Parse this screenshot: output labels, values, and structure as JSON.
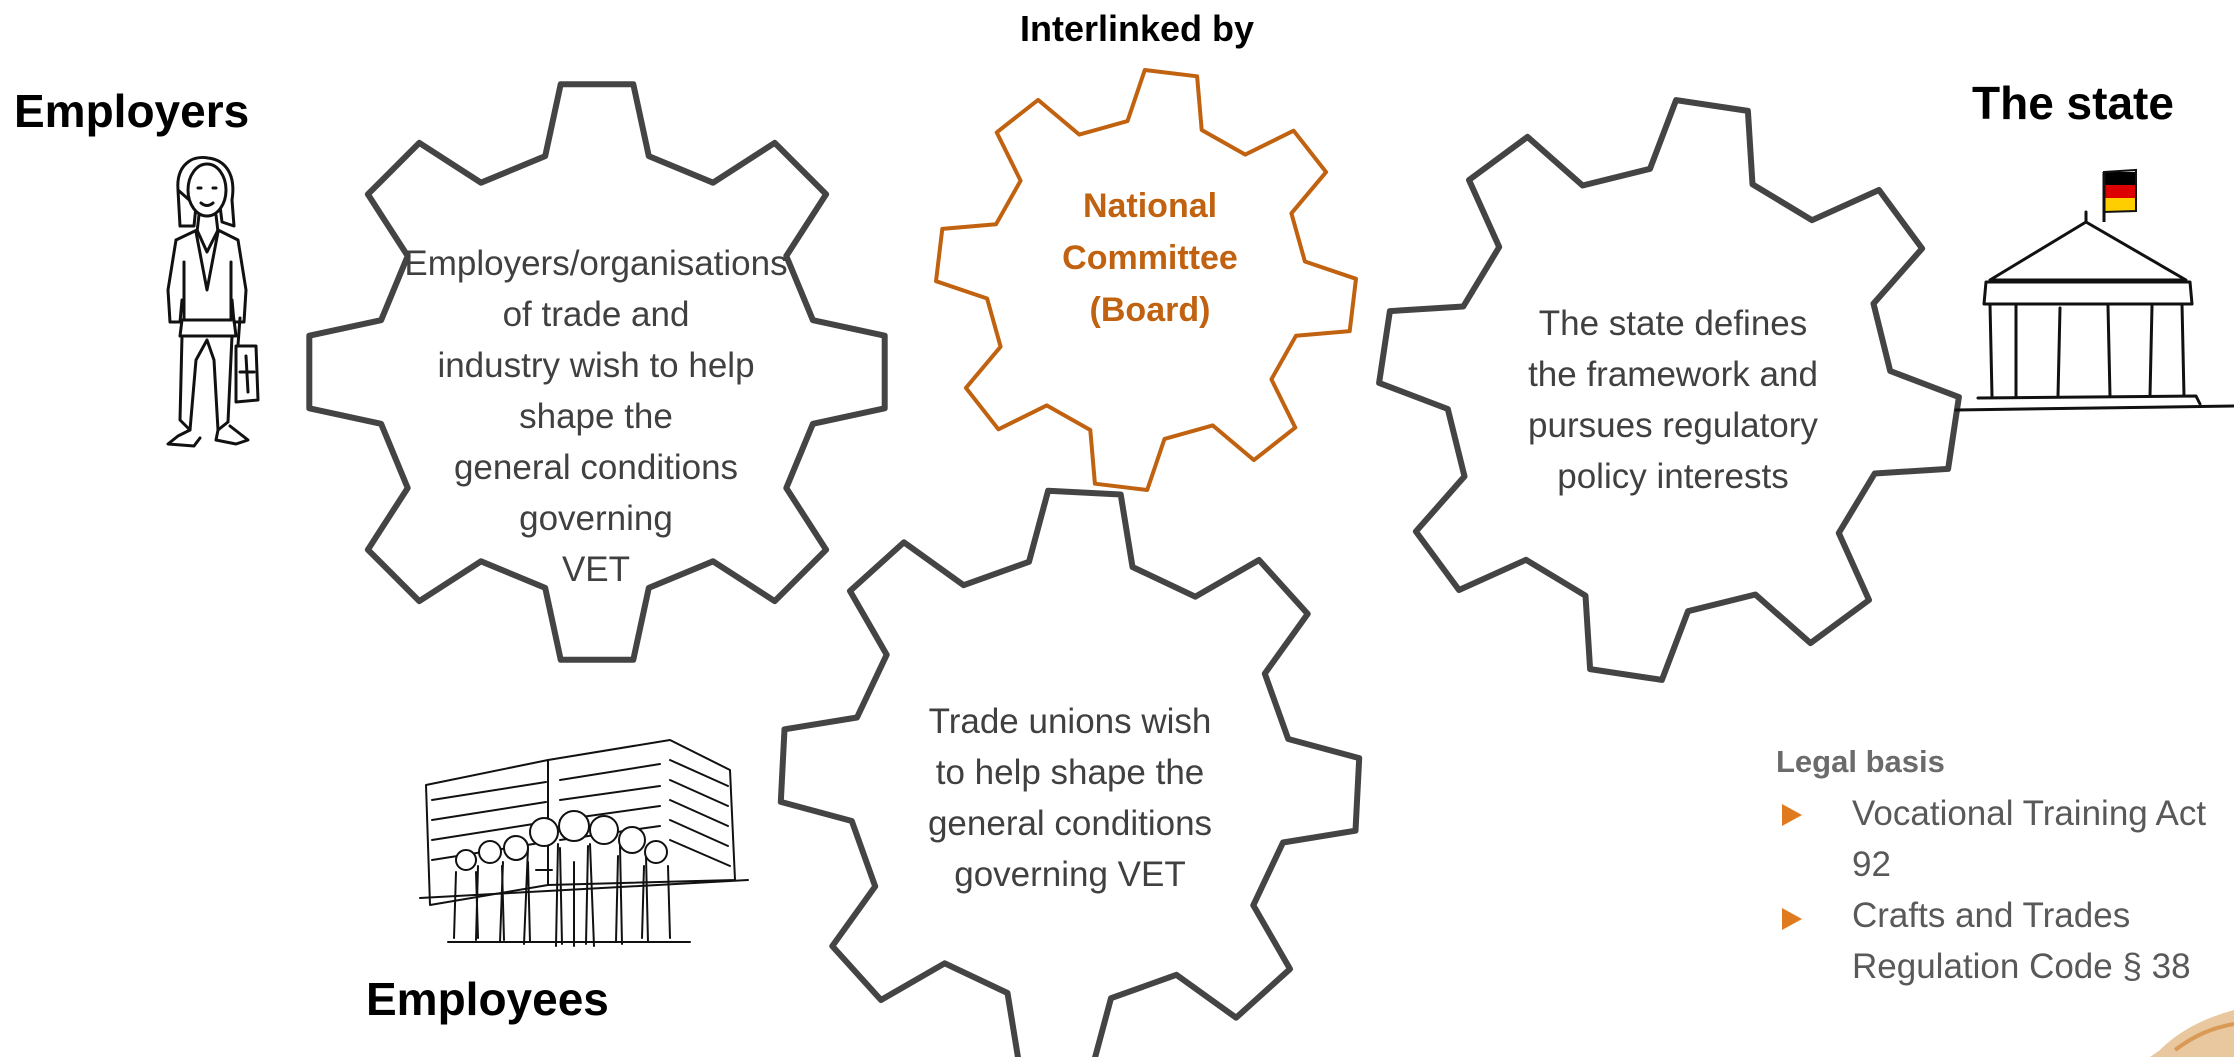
{
  "headings": {
    "interlinked": "Interlinked by",
    "employers": "Employers",
    "state": "The state",
    "employees": "Employees"
  },
  "gears": {
    "employers_text": [
      "Employers/organisations",
      "of trade and",
      "industry wish to help",
      "shape the",
      "general conditions",
      "governing",
      "VET"
    ],
    "committee_text": [
      "National",
      "Committee",
      "(Board)"
    ],
    "state_text": [
      "The state defines",
      "the framework and",
      "pursues regulatory",
      "policy interests"
    ],
    "unions_text": [
      "Trade unions wish",
      "to help shape the",
      "general conditions",
      "governing VET"
    ]
  },
  "legal": {
    "title": "Legal basis",
    "items": [
      {
        "lines": [
          "Vocational Training Act",
          "92"
        ]
      },
      {
        "lines": [
          "Crafts and Trades",
          "Regulation Code § 38"
        ]
      }
    ]
  },
  "colors": {
    "gear_outline": "#444444",
    "committee_accent": "#c0620f",
    "bullet": "#e07a1f",
    "flag_black": "#000000",
    "flag_red": "#dd0000",
    "flag_gold": "#ffce00"
  },
  "icons": [
    "businesswoman-icon",
    "government-building-icon",
    "german-flag-icon",
    "employees-group-icon",
    "decorative-corner-icon"
  ]
}
